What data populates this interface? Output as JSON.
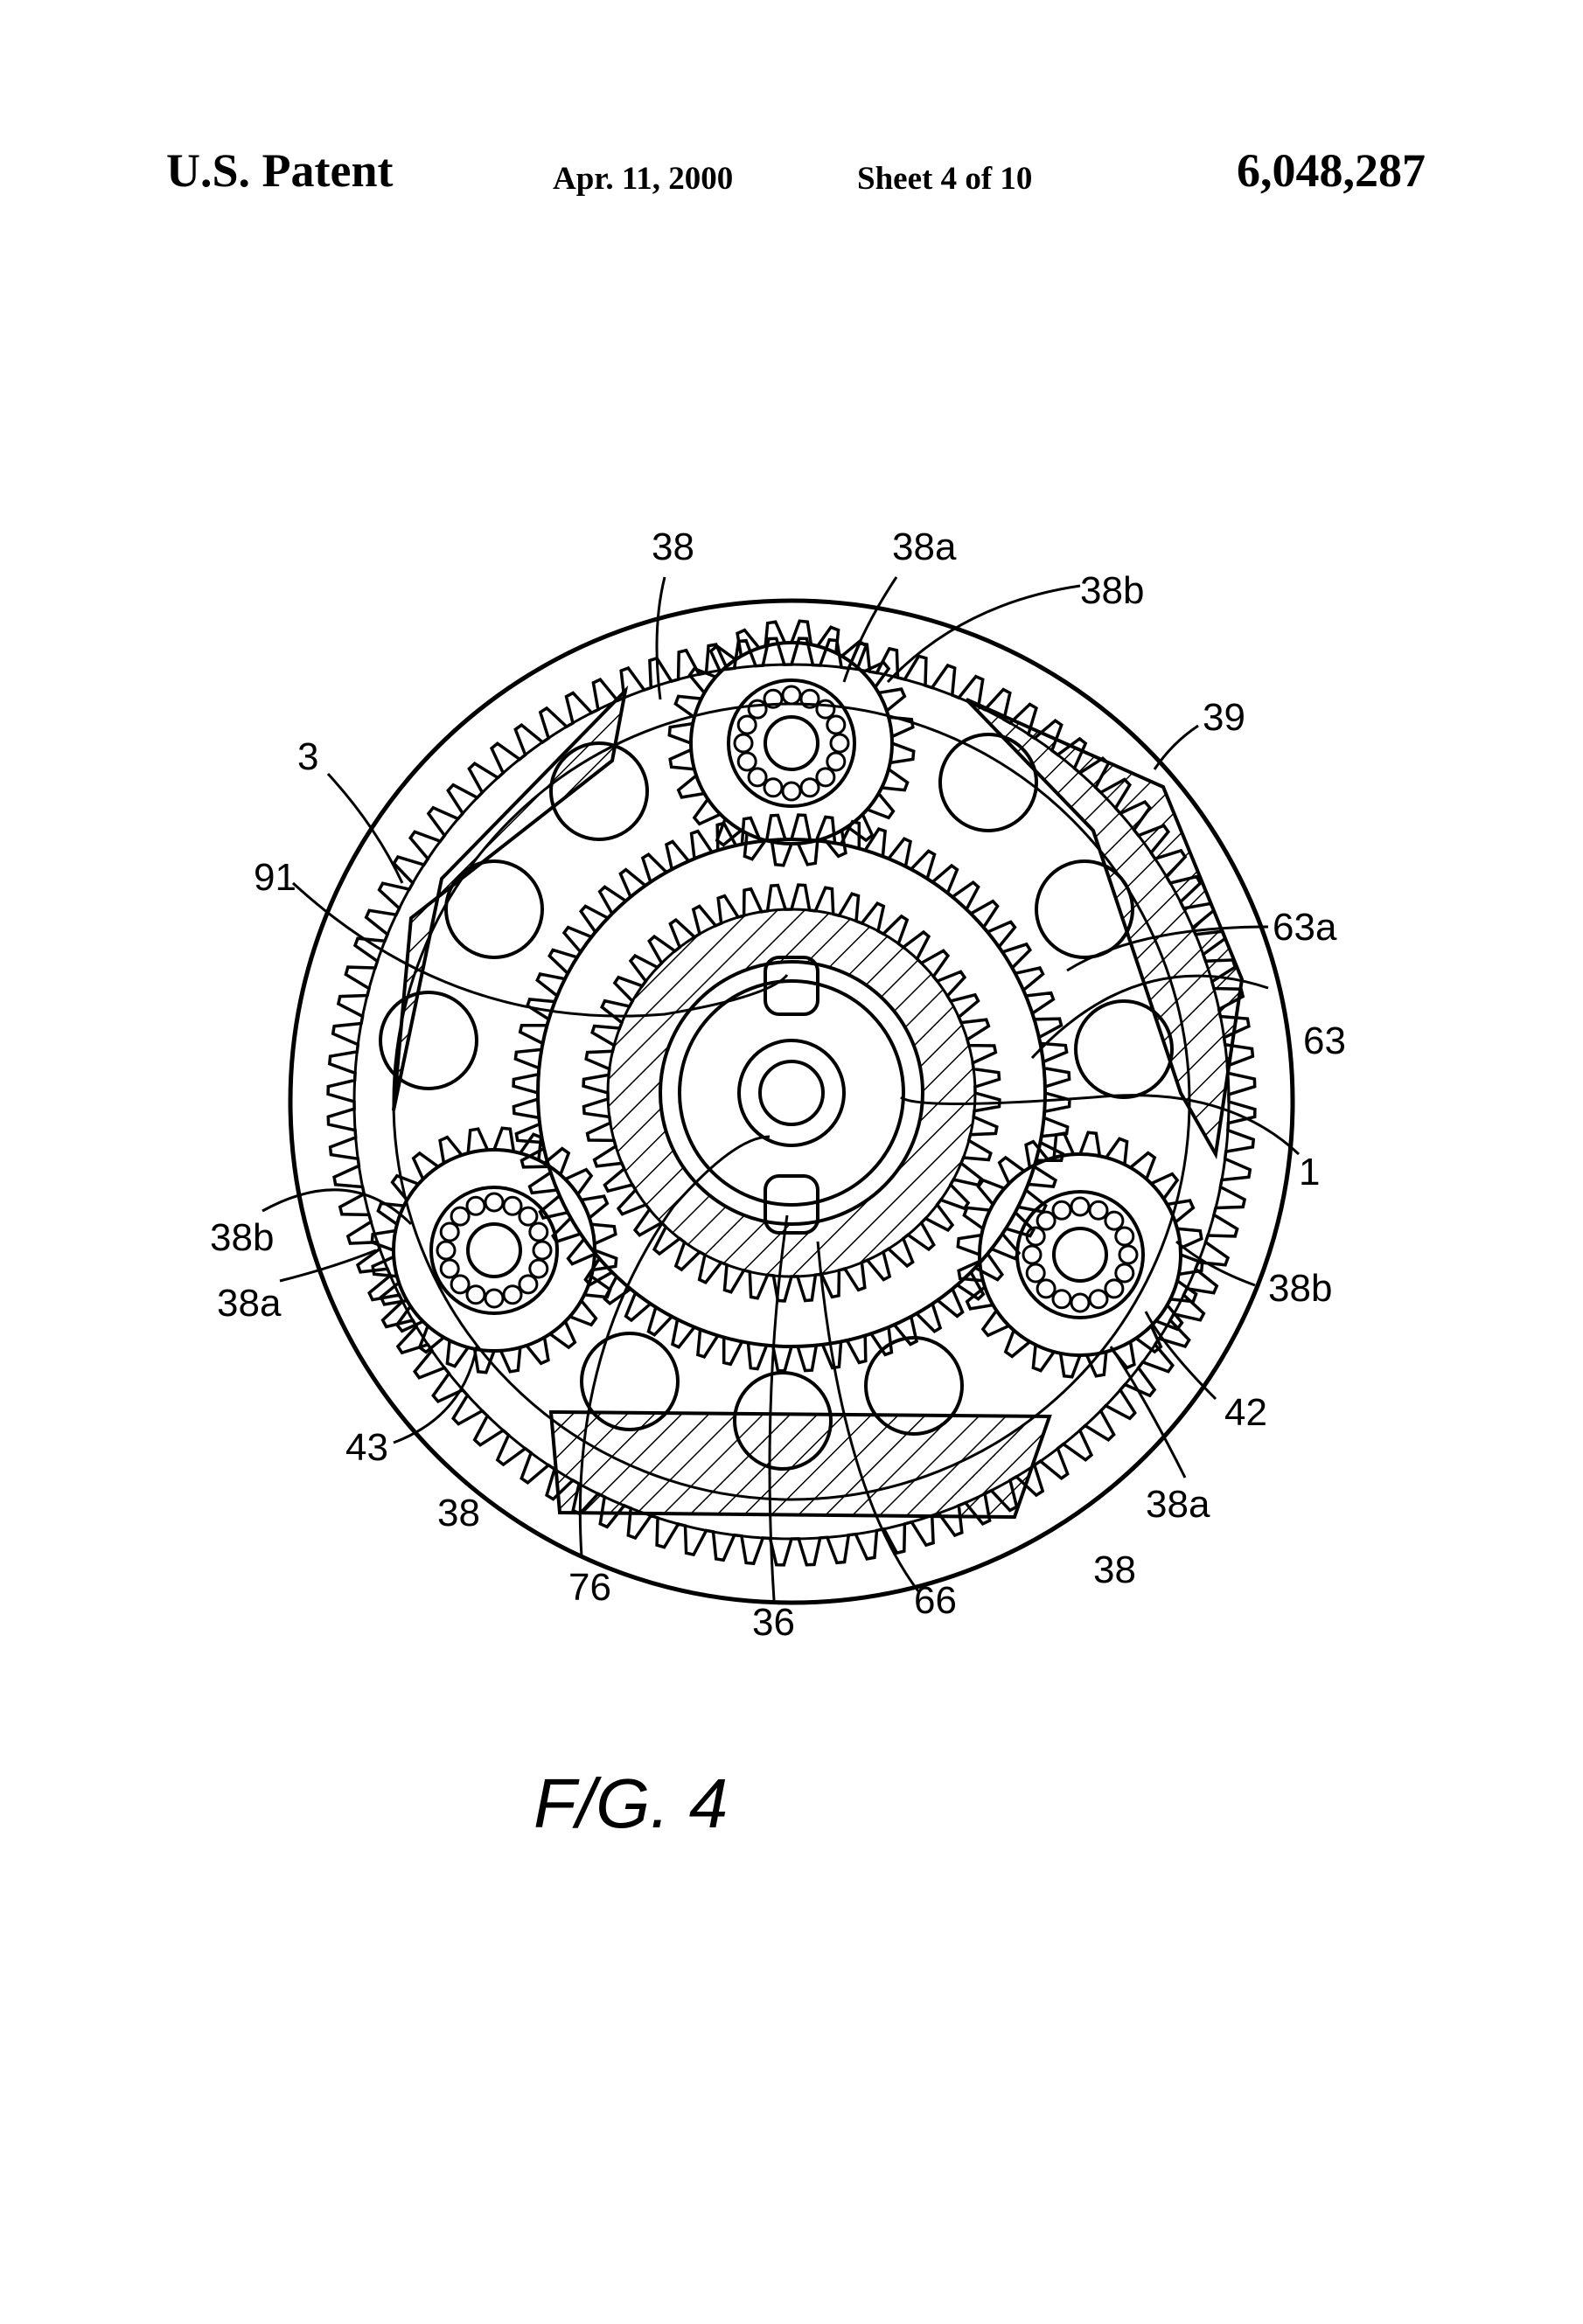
{
  "header": {
    "left": "U.S. Patent",
    "date": "Apr. 11, 2000",
    "sheet": "Sheet 4 of 10",
    "number": "6,048,287"
  },
  "figure": {
    "caption": "F/G. 4",
    "labels": [
      "38",
      "38a",
      "38b",
      "39",
      "3",
      "91",
      "63a",
      "63",
      "1",
      "38b",
      "38a",
      "38b",
      "42",
      "43",
      "38",
      "38a",
      "76",
      "36",
      "66",
      "38"
    ]
  }
}
